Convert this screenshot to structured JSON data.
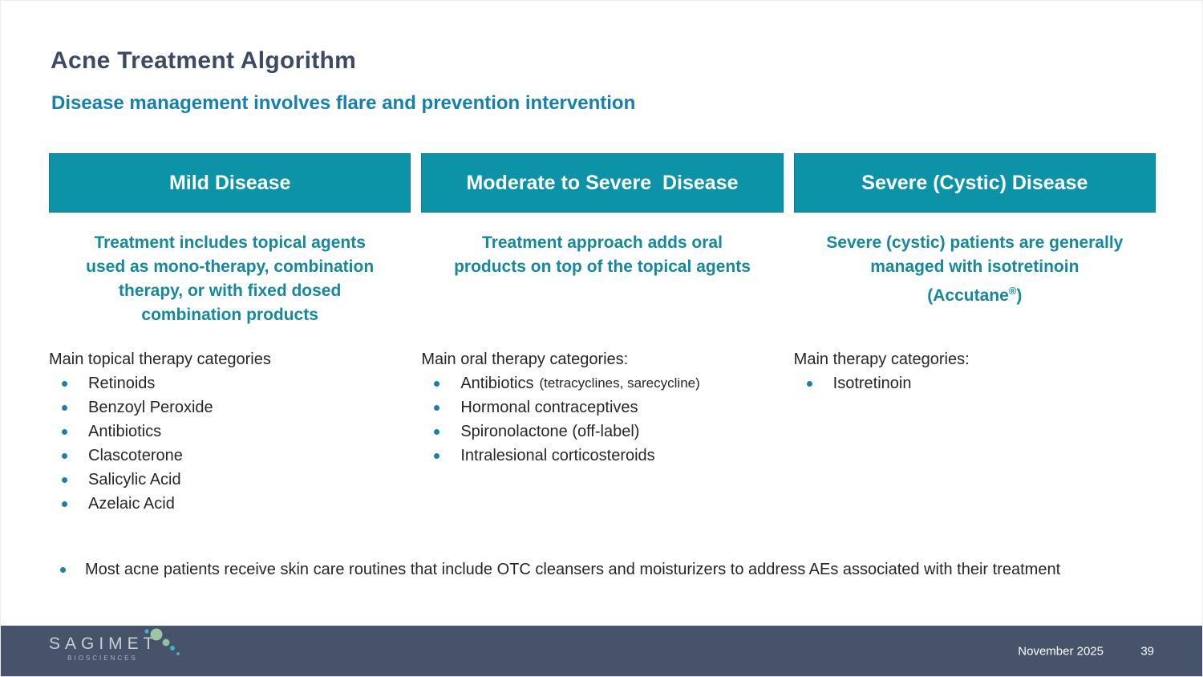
{
  "slide": {
    "title": "Acne Treatment Algorithm",
    "subtitle": "Disease management involves flare and prevention intervention"
  },
  "columns": [
    {
      "header": "Mild Disease",
      "desc_lines": [
        "Treatment includes topical agents",
        "used as mono-therapy, combination",
        "therapy, or with fixed dosed",
        "combination products"
      ],
      "list_header": "Main topical therapy categories",
      "items": [
        {
          "text": "Retinoids",
          "note": ""
        },
        {
          "text": "Benzoyl Peroxide",
          "note": ""
        },
        {
          "text": "Antibiotics",
          "note": ""
        },
        {
          "text": "Clascoterone",
          "note": ""
        },
        {
          "text": "Salicylic Acid",
          "note": ""
        },
        {
          "text": "Azelaic Acid",
          "note": ""
        }
      ]
    },
    {
      "header": "Moderate to Severe  Disease",
      "desc_lines": [
        "Treatment approach adds oral",
        "products on top of the topical agents"
      ],
      "list_header": "Main oral therapy categories:",
      "items": [
        {
          "text": "Antibiotics",
          "note": "(tetracyclines, sarecycline)"
        },
        {
          "text": "Hormonal contraceptives",
          "note": ""
        },
        {
          "text": "Spironolactone (off-label)",
          "note": ""
        },
        {
          "text": "Intralesional corticosteroids",
          "note": ""
        }
      ]
    },
    {
      "header": "Severe (Cystic) Disease",
      "desc_lines": [
        "Severe (cystic) patients are generally",
        "managed with isotretinoin"
      ],
      "brand_line": {
        "pre": "(Accutane",
        "sup": "®",
        "close": ")"
      },
      "list_header": "Main therapy categories:",
      "items": [
        {
          "text": "Isotretinoin",
          "note": ""
        }
      ]
    }
  ],
  "footnote": "Most acne patients receive skin care routines that include OTC cleansers and moisturizers to address AEs associated with their treatment",
  "footer": {
    "logo_name": "SAGIMET",
    "logo_sub": "BIOSCIENCES",
    "date": "November 2025",
    "page": "39"
  },
  "colors": {
    "header_bg": "#0D93A8",
    "title": "#3C4A63",
    "subtitle": "#1480B2",
    "desc_text": "#15889E",
    "bullet": "#1B7FB2",
    "body_text": "#262626",
    "footer_bg": "#46536B",
    "logo_green": "#9AC6A3",
    "logo_teal": "#3FB3C4"
  }
}
